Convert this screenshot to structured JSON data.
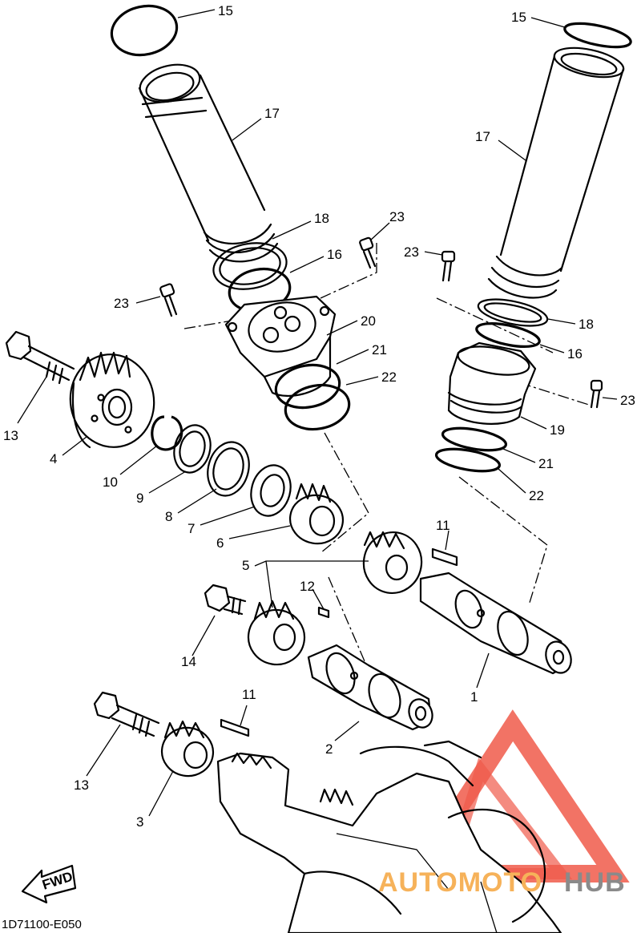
{
  "diagram_code": "1D71100-E050",
  "fwd_label": "FWD",
  "watermark": {
    "word_orange": "AUTOMOTO",
    "word_grey": "HUB",
    "color_orange": "#f6b25a",
    "color_grey": "#8a8a8a",
    "color_logo": "#f05a4a"
  },
  "callouts": [
    {
      "id": "c15a",
      "label": "15"
    },
    {
      "id": "c17a",
      "label": "17"
    },
    {
      "id": "c18a",
      "label": "18"
    },
    {
      "id": "c23a",
      "label": "23"
    },
    {
      "id": "c16a",
      "label": "16"
    },
    {
      "id": "c23b",
      "label": "23"
    },
    {
      "id": "c20",
      "label": "20"
    },
    {
      "id": "c21a",
      "label": "21"
    },
    {
      "id": "c22a",
      "label": "22"
    },
    {
      "id": "c13a",
      "label": "13"
    },
    {
      "id": "c4",
      "label": "4"
    },
    {
      "id": "c10",
      "label": "10"
    },
    {
      "id": "c9",
      "label": "9"
    },
    {
      "id": "c8",
      "label": "8"
    },
    {
      "id": "c7",
      "label": "7"
    },
    {
      "id": "c6",
      "label": "6"
    },
    {
      "id": "c5",
      "label": "5"
    },
    {
      "id": "c12",
      "label": "12"
    },
    {
      "id": "c14",
      "label": "14"
    },
    {
      "id": "c2",
      "label": "2"
    },
    {
      "id": "c11a",
      "label": "11"
    },
    {
      "id": "c1",
      "label": "1"
    },
    {
      "id": "c11b",
      "label": "11"
    },
    {
      "id": "c13b",
      "label": "13"
    },
    {
      "id": "c3",
      "label": "3"
    },
    {
      "id": "c15b",
      "label": "15"
    },
    {
      "id": "c17b",
      "label": "17"
    },
    {
      "id": "c23c",
      "label": "23"
    },
    {
      "id": "c18b",
      "label": "18"
    },
    {
      "id": "c16b",
      "label": "16"
    },
    {
      "id": "c23d",
      "label": "23"
    },
    {
      "id": "c19",
      "label": "19"
    },
    {
      "id": "c21b",
      "label": "21"
    },
    {
      "id": "c22b",
      "label": "22"
    }
  ]
}
